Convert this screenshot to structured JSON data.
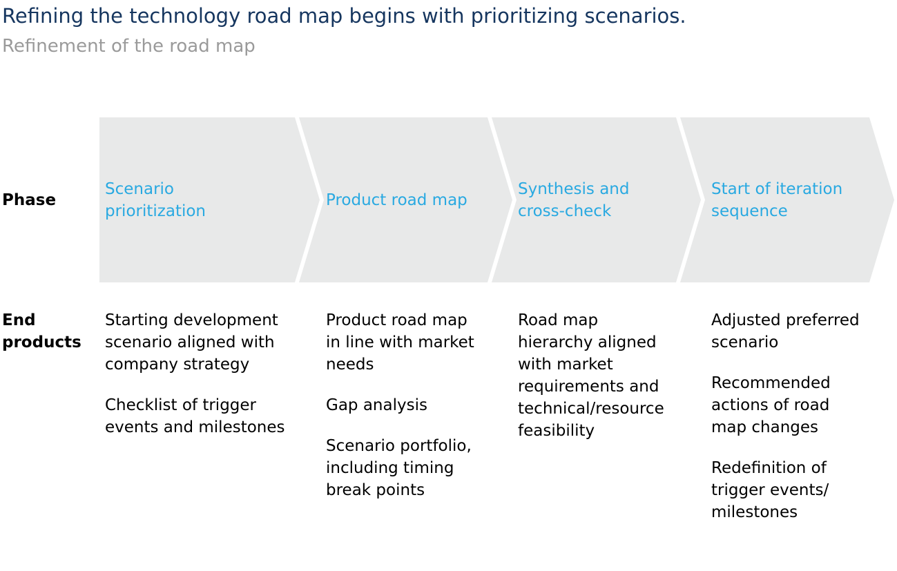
{
  "colors": {
    "title-navy": "#16365F",
    "subtitle-gray": "#9A9A9A",
    "chevron-fill": "#E8E9E9",
    "phase-blue": "#29A9E1",
    "body-black": "#000000"
  },
  "header": {
    "title": "Refining the technology road map begins with prioritizing scenarios.",
    "subtitle": "Refinement of the road map"
  },
  "row_labels": {
    "phase": "Phase",
    "end_products": "End\nproducts"
  },
  "phases": [
    {
      "label": "Scenario\nprioritization",
      "products": [
        "Starting development\nscenario aligned with\ncompany strategy",
        "Checklist of trigger\nevents and milestones"
      ]
    },
    {
      "label": "Product road map",
      "products": [
        "Product road map\nin line with market\nneeds",
        "Gap analysis",
        "Scenario portfolio,\nincluding timing\nbreak points"
      ]
    },
    {
      "label": "Synthesis and\ncross-check",
      "products": [
        "Road map\nhierarchy aligned\nwith market\nrequirements and\ntechnical/resource\nfeasibility"
      ]
    },
    {
      "label": "Start of iteration\nsequence",
      "products": [
        "Adjusted preferred\nscenario",
        "Recommended\nactions of road\nmap changes",
        "Redefinition of\ntrigger events/\nmilestones"
      ]
    }
  ]
}
